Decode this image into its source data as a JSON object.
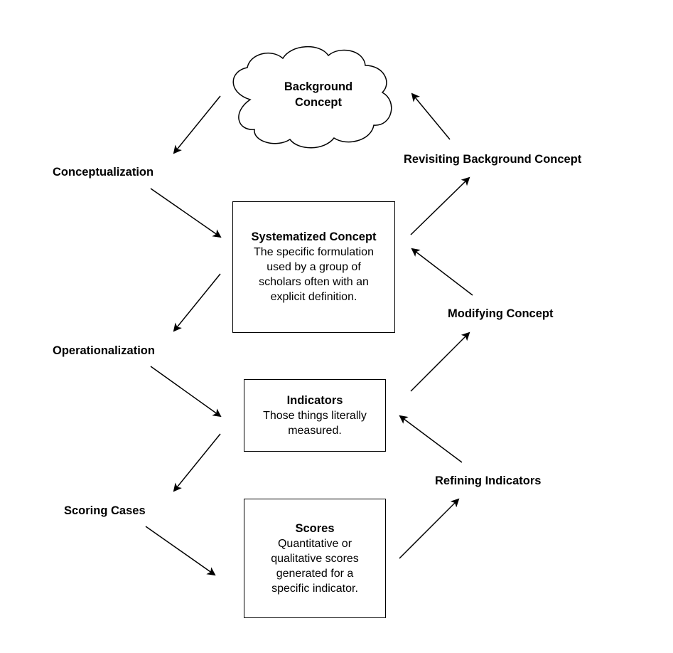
{
  "nodes": {
    "background_concept": {
      "line1": "Background",
      "line2": "Concept"
    },
    "systematized_concept": {
      "title": "Systematized Concept",
      "description_lines": [
        "The specific formulation",
        "used by a group of",
        "scholars often with an",
        "explicit definition."
      ]
    },
    "indicators": {
      "title": "Indicators",
      "description_lines": [
        "Those things literally",
        "measured."
      ]
    },
    "scores": {
      "title": "Scores",
      "description_lines": [
        "Quantitative or",
        "qualitative scores",
        "generated for a",
        "specific indicator."
      ]
    }
  },
  "edge_labels": {
    "conceptualization": "Conceptualization",
    "operationalization": "Operationalization",
    "scoring_cases": "Scoring Cases",
    "revisiting_background_concept": "Revisiting Background Concept",
    "modifying_concept": "Modifying Concept",
    "refining_indicators": "Refining Indicators"
  },
  "colors": {
    "stroke": "#000000",
    "background": "#ffffff"
  }
}
